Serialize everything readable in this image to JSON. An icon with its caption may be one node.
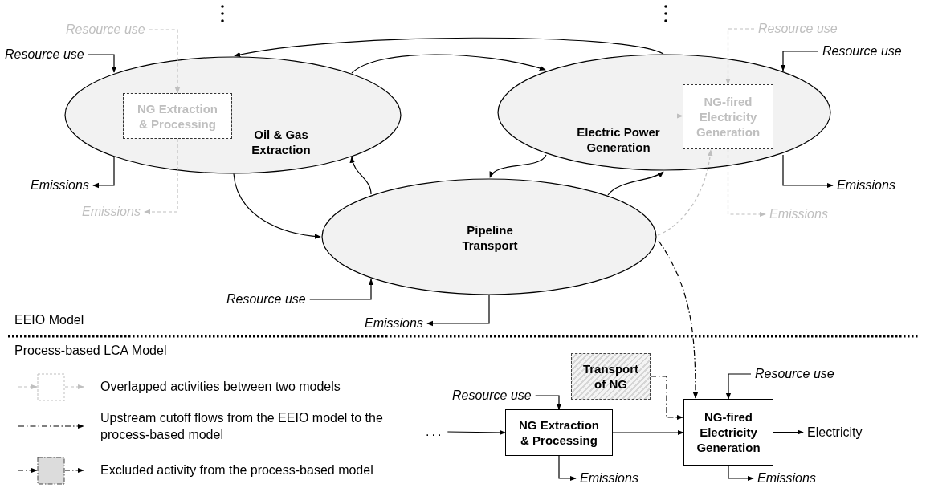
{
  "diagram": {
    "nodes": [
      {
        "text": [
          "Oil & Gas Extraction"
        ]
      },
      {
        "text": [
          "NG Extraction & Processing"
        ],
        "in": 0
      },
      {
        "text": [
          "Electric Power Generation"
        ]
      },
      {
        "text": [
          "NG-fired Electricity Generation"
        ],
        "in": 2
      },
      {
        "text": [
          "Pipeline Transport"
        ]
      },
      {
        "text": [
          "Resource use"
        ]
      },
      {
        "text": [
          "Emissions"
        ]
      },
      {
        "text": [
          "Resource use"
        ]
      },
      {
        "text": [
          "Emissions"
        ]
      },
      {
        "text": [
          "Resource use"
        ]
      },
      {
        "text": [
          "Emissions"
        ]
      },
      {
        "text": [
          "Resource use"
        ]
      },
      {
        "text": [
          "Emissions"
        ]
      },
      {
        "text": [
          "Resource use"
        ]
      },
      {
        "text": [
          "Emissions"
        ]
      },
      {
        "text": [
          "..."
        ]
      },
      {
        "text": [
          "Resource use"
        ]
      },
      {
        "text": [
          "NG Extraction & Processing"
        ]
      },
      {
        "text": [
          "Emissions"
        ]
      },
      {
        "text": [
          "Transport of NG"
        ]
      },
      {
        "text": [
          "Resource use"
        ]
      },
      {
        "text": [
          "NG-fired Electricity Generation"
        ]
      },
      {
        "text": [
          "Electricity"
        ]
      },
      {
        "text": [
          "Emissions"
        ]
      }
    ],
    "edges": [
      {
        "from": 2,
        "to": 0,
        "arrow": "to"
      },
      {
        "from": 0,
        "to": 2,
        "arrow": "to"
      },
      {
        "from": 0,
        "to": 4,
        "arrow": "to"
      },
      {
        "from": 4,
        "to": 0,
        "arrow": "to"
      },
      {
        "from": 2,
        "to": 4,
        "arrow": "to"
      },
      {
        "from": 4,
        "to": 2,
        "arrow": "to"
      },
      {
        "from": 1,
        "to": 3,
        "arrow": "to",
        "style": "dashed",
        "color": "#bfbfbf"
      },
      {
        "from": 4,
        "to": 3,
        "arrow": "to",
        "style": "dashed",
        "color": "#bfbfbf"
      },
      {
        "from": 5,
        "to": 0,
        "arrow": "to"
      },
      {
        "from": 0,
        "to": 6,
        "arrow": "to"
      },
      {
        "from": 7,
        "to": 1,
        "arrow": "to",
        "style": "dashed",
        "color": "#bfbfbf"
      },
      {
        "from": 1,
        "to": 8,
        "arrow": "to",
        "style": "dashed",
        "color": "#bfbfbf"
      },
      {
        "from": 9,
        "to": 2,
        "arrow": "to"
      },
      {
        "from": 2,
        "to": 10,
        "arrow": "to"
      },
      {
        "from": 11,
        "to": 3,
        "arrow": "to",
        "style": "dashed",
        "color": "#bfbfbf"
      },
      {
        "from": 3,
        "to": 12,
        "arrow": "to",
        "style": "dashed",
        "color": "#bfbfbf"
      },
      {
        "from": 13,
        "to": 4,
        "arrow": "to"
      },
      {
        "from": 4,
        "to": 14,
        "arrow": "to"
      },
      {
        "from": 4,
        "to": 21,
        "arrow": "to",
        "style": "dashed"
      },
      {
        "from": 19,
        "to": 21,
        "arrow": "to",
        "style": "dashed"
      },
      {
        "from": 15,
        "to": 17,
        "arrow": "to"
      },
      {
        "from": 16,
        "to": 17,
        "arrow": "to"
      },
      {
        "from": 17,
        "to": 18,
        "arrow": "to"
      },
      {
        "from": 17,
        "to": 21,
        "arrow": "to"
      },
      {
        "from": 20,
        "to": 21,
        "arrow": "to"
      },
      {
        "from": 21,
        "to": 22,
        "arrow": "to"
      },
      {
        "from": 21,
        "to": 23,
        "arrow": "to"
      }
    ],
    "labels": [
      "EEIO Model",
      "Process-based LCA Model"
    ],
    "legend": [
      {
        "text": "Overlapped activities between two models"
      },
      {
        "text": "Upstream cutoff flows from the EEIO model to the process-based model"
      },
      {
        "text": "Excluded activity from the process-based model"
      }
    ]
  }
}
